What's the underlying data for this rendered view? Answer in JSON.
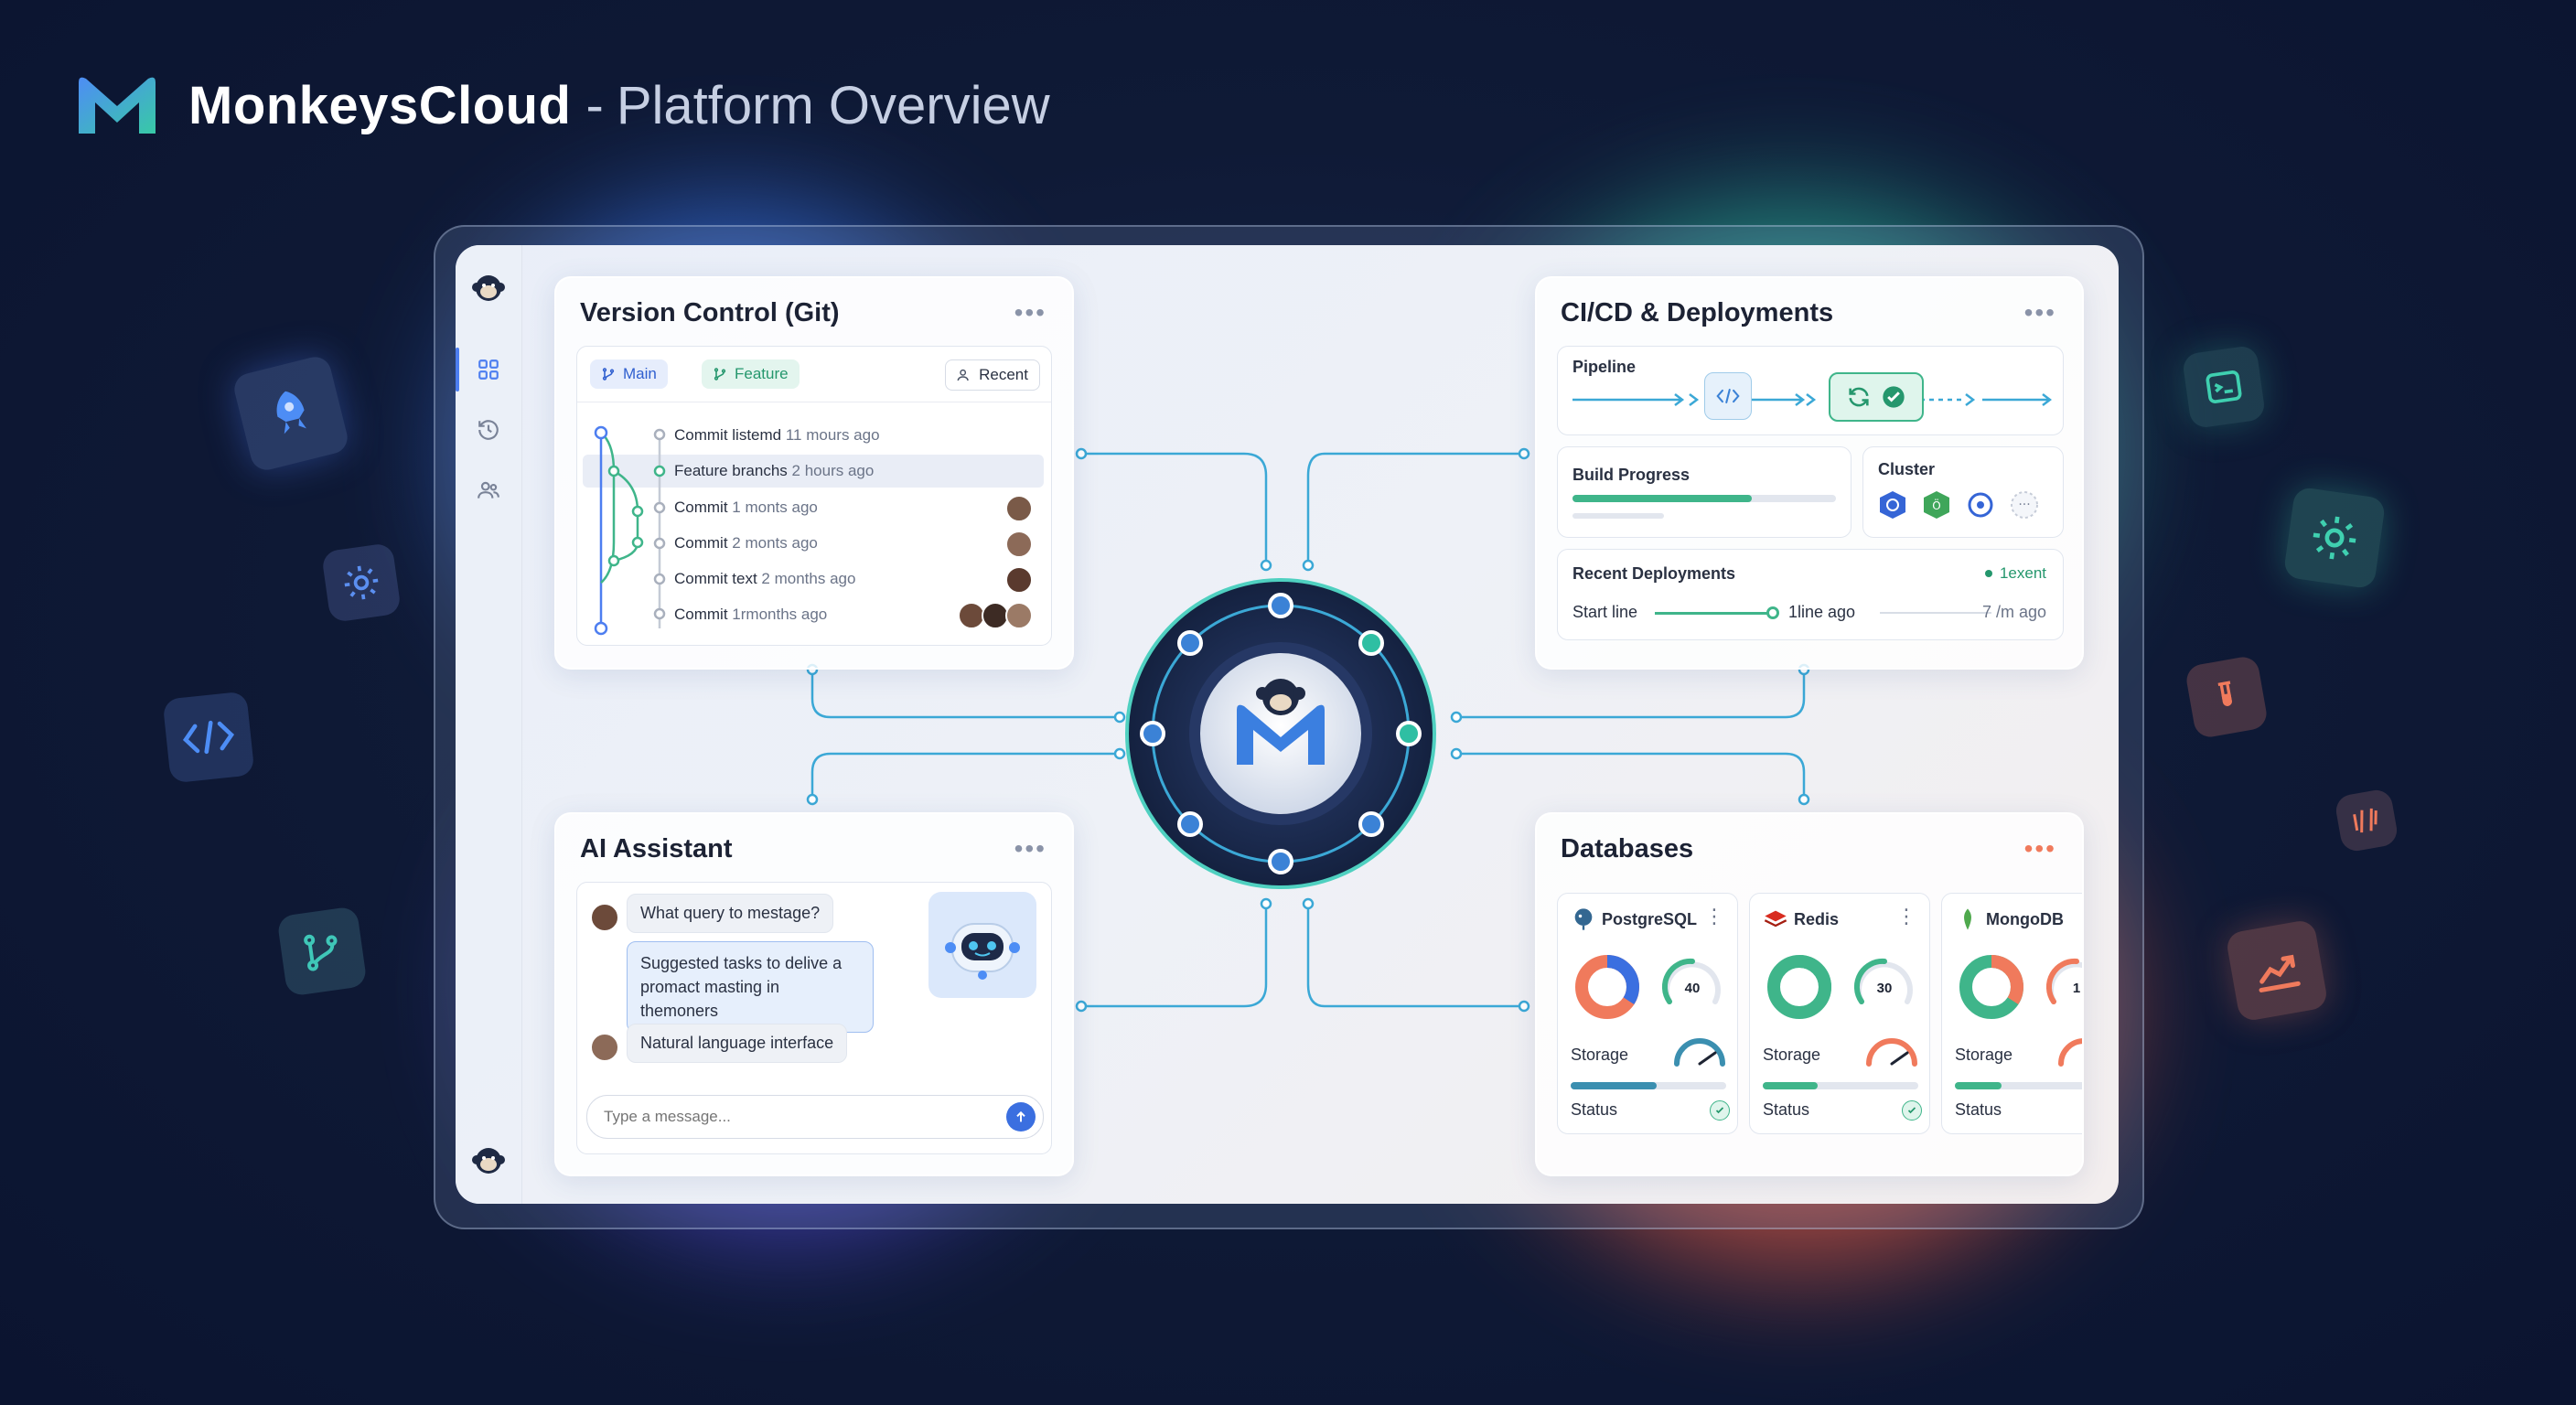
{
  "header": {
    "brand": "MonkeysCloud",
    "separator": "-",
    "subtitle": "Platform Overview"
  },
  "colors": {
    "blue": "#4d7ef0",
    "green": "#3fb58a",
    "teal": "#38b6c9",
    "red": "#f07a5c",
    "navy": "#1b2c55"
  },
  "version_control": {
    "title": "Version Control (Git)",
    "menu": "•••",
    "branches": [
      "Main",
      "Feature"
    ],
    "recent_label": "Recent",
    "commits": [
      {
        "name": "Commit listemd",
        "time": "11 mours ago"
      },
      {
        "name": "Feature branchs",
        "time": "2 hours ago"
      },
      {
        "name": "Commit",
        "time": "1 monts ago"
      },
      {
        "name": "Commit",
        "time": "2 monts ago"
      },
      {
        "name": "Commit text",
        "time": "2 months ago"
      },
      {
        "name": "Commit",
        "time": "1rmonths ago"
      }
    ]
  },
  "cicd": {
    "title": "CI/CD & Deployments",
    "menu": "•••",
    "pipeline_label": "Pipeline",
    "build_label": "Build Progress",
    "build_progress": 0.68,
    "cluster_label": "Cluster",
    "recent_label": "Recent Deployments",
    "recent_status": "1exent",
    "start_label": "Start line",
    "mid_label": "1line ago",
    "end_label": "7 /m ago"
  },
  "ai": {
    "title": "AI Assistant",
    "menu": "•••",
    "messages": [
      "What query to mestage?",
      "Suggested tasks to delive a promact masting in themoners",
      "Natural language interface"
    ],
    "input_placeholder": "Type a message..."
  },
  "databases": {
    "title": "Databases",
    "menu": "•••",
    "items": [
      {
        "name": "PostgreSQL",
        "gauge": "40",
        "storage_label": "Storage",
        "status_label": "Status",
        "storage": 0.55
      },
      {
        "name": "Redis",
        "gauge": "30",
        "storage_label": "Storage",
        "status_label": "Status",
        "storage": 0.35
      },
      {
        "name": "MongoDB",
        "gauge": "1",
        "storage_label": "Storage",
        "status_label": "Status",
        "storage": 0.3
      }
    ]
  },
  "icons": [
    "rocket-icon",
    "gear-icon",
    "code-icon",
    "branch-icon",
    "terminal-icon",
    "flask-icon",
    "slash-code-icon",
    "chart-up-icon",
    "monkey-icon"
  ]
}
